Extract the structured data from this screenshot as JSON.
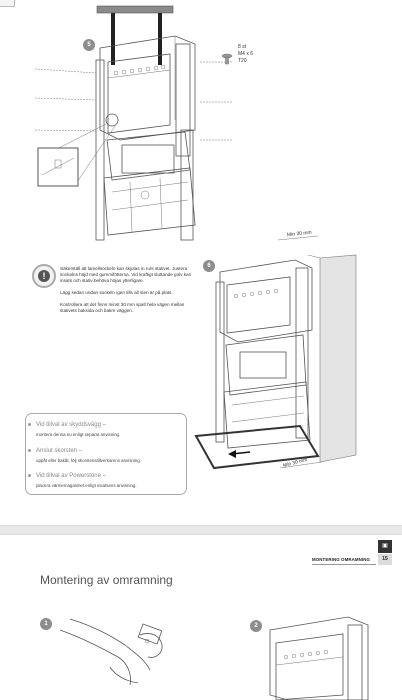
{
  "page_top": {
    "step_badge_5": "5",
    "step_badge_6": "6",
    "screw_spec": {
      "count": "8 st",
      "size": "M4 x 6",
      "bit": "T20"
    },
    "warning": {
      "icon": "warning-circle-icon",
      "paragraph_1": "Säkerställ att lamellsockeln kan skjutas in runt stativet. Justera sockelns höjd med gummifötterna. Vid kraftigt sluttande golv kan insats och stativ behöva höjas ytterligare.",
      "paragraph_2": "Lägg sedan undan sockeln igen tills all sten är på plats.",
      "paragraph_3": "Kontrollera att det finns minst 30 mm spalt hela vägen mellan stativets baksida och bakre väggen."
    },
    "dimension_top": "Min 30 mm",
    "dimension_bottom": "Min 30 mm",
    "options": [
      {
        "title": "Vid tillval av skyddsvägg –",
        "sub": "montera denna nu enligt separat anvisning."
      },
      {
        "title": "Anslut skorsten –",
        "sub": "uppåt eller bakåt, följ skorstenstillverkarens anvisning."
      },
      {
        "title": "Vid tillval av Powerstone –",
        "sub": "placera värmemagasinet enligt insatsens anvisning."
      }
    ]
  },
  "page_bottom": {
    "header_label": "MONTERING OMRAMNING",
    "page_number": "15",
    "section_title": "Montering av omramning",
    "step_badge_1": "1",
    "step_badge_2": "2"
  }
}
